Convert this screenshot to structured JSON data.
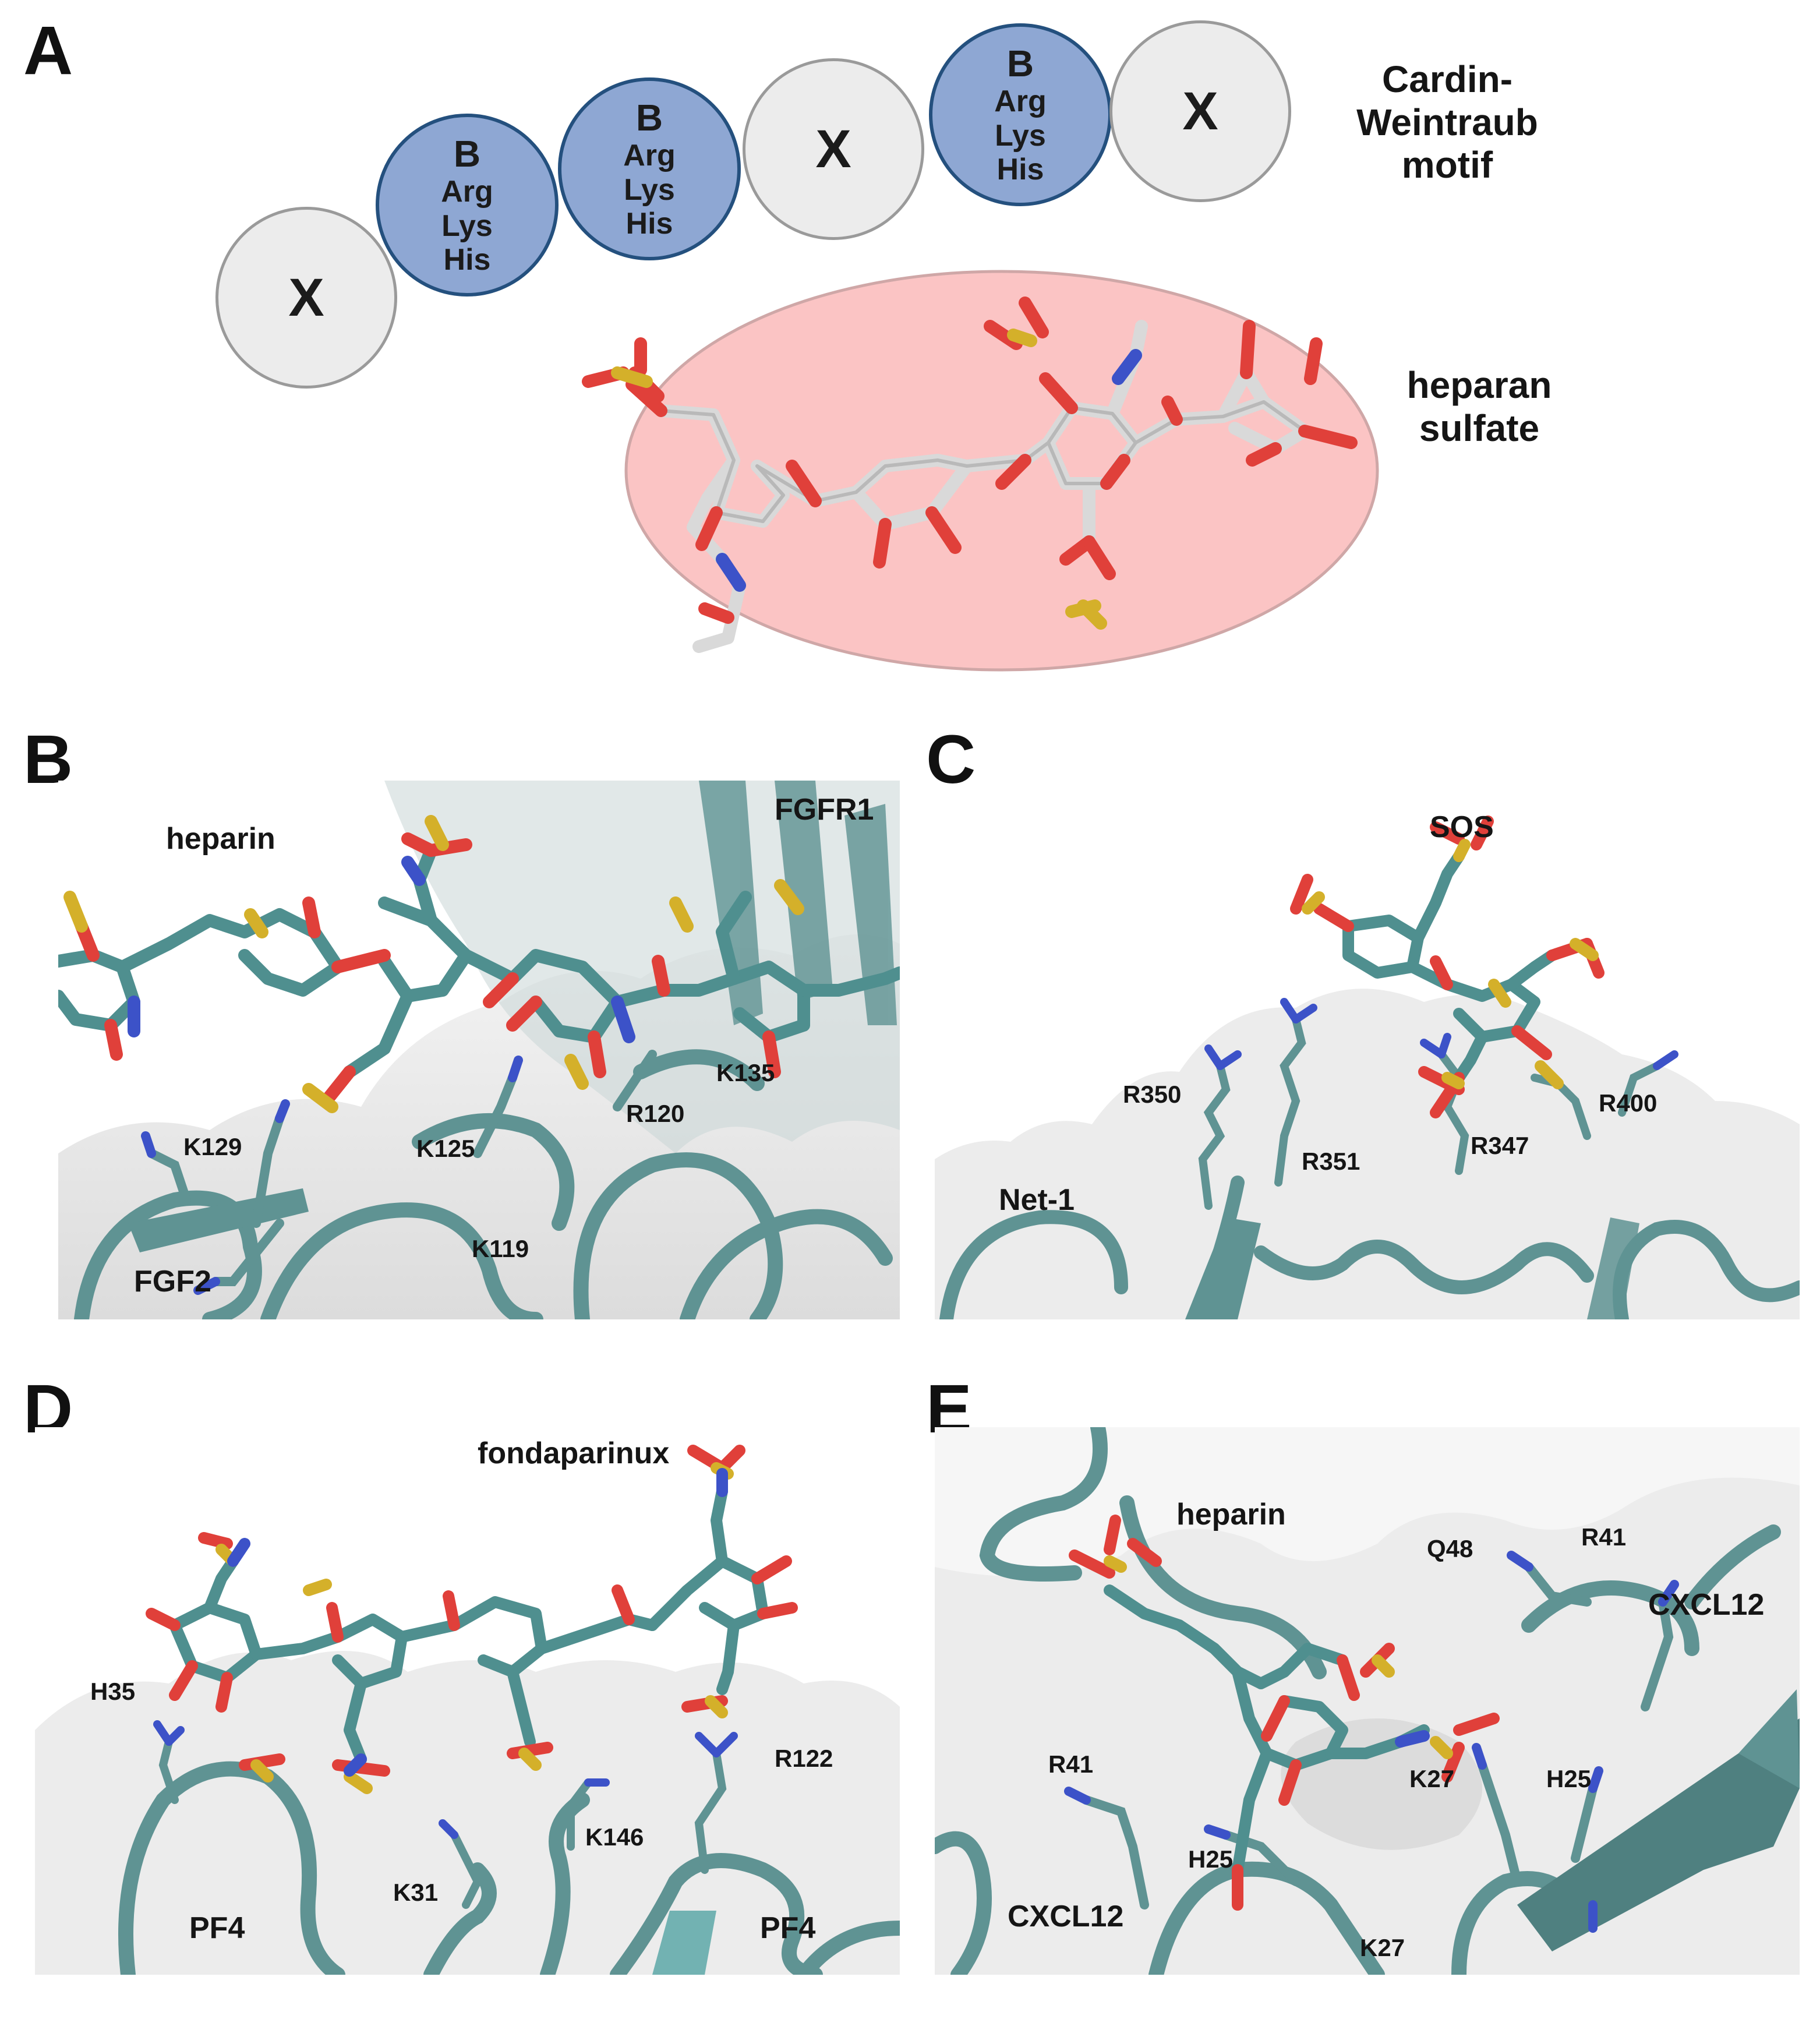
{
  "panels": {
    "a": {
      "letter": "A",
      "motif_title_line1": "Cardin-Weintraub",
      "motif_title_line2": "motif",
      "circles": [
        {
          "type": "x",
          "label": "X"
        },
        {
          "type": "b",
          "label": "B",
          "residues": [
            "Arg",
            "Lys",
            "His"
          ]
        },
        {
          "type": "b",
          "label": "B",
          "residues": [
            "Arg",
            "Lys",
            "His"
          ]
        },
        {
          "type": "x",
          "label": "X"
        },
        {
          "type": "b",
          "label": "B",
          "residues": [
            "Arg",
            "Lys",
            "His"
          ]
        },
        {
          "type": "x",
          "label": "X"
        }
      ],
      "hs_label_line1": "heparan",
      "hs_label_line2": "sulfate"
    },
    "b": {
      "letter": "B",
      "ligand": "heparin",
      "proteins": [
        "FGFR1",
        "FGF2"
      ],
      "residues": [
        "K129",
        "K125",
        "R120",
        "K135",
        "K119"
      ]
    },
    "c": {
      "letter": "C",
      "ligand": "SOS",
      "protein": "Net-1",
      "residues": [
        "R350",
        "R351",
        "R347",
        "R400"
      ]
    },
    "d": {
      "letter": "D",
      "ligand": "fondaparinux",
      "proteins": [
        "PF4",
        "PF4"
      ],
      "residues": [
        "H35",
        "K31",
        "K146",
        "R122"
      ]
    },
    "e": {
      "letter": "E",
      "ligand": "heparin",
      "proteins": [
        "CXCL12",
        "CXCL12"
      ],
      "residues": [
        "Q48",
        "R41",
        "K27",
        "H25",
        "R41",
        "H25",
        "K27"
      ]
    }
  },
  "colors": {
    "b_circle": "#8ea7d3",
    "x_circle": "#ececec",
    "ellipse": "#fbc4c4",
    "cartoon": "#5f9393",
    "surface": "#e6e6e6",
    "oxygen": "#e0403a",
    "sulfur": "#d4b02a",
    "nitrogen": "#3c52c8",
    "carbon_teal": "#4f8f8f",
    "carbon_white": "#dcdcdc"
  }
}
